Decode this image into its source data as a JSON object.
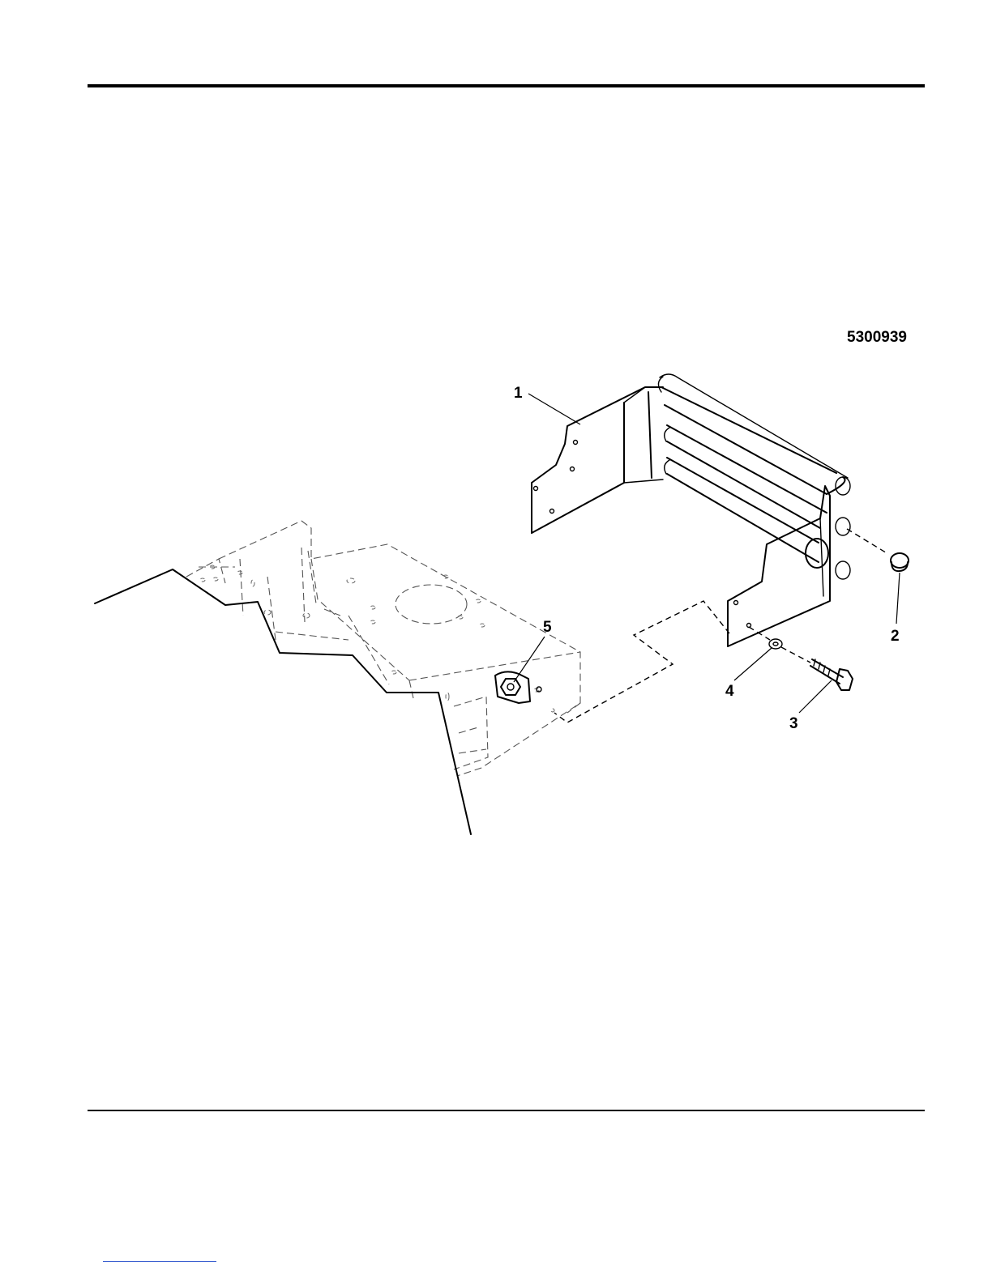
{
  "figure": {
    "id_label": "5300939"
  },
  "callouts": [
    {
      "number": "1",
      "part": "bracket"
    },
    {
      "number": "2",
      "part": "cap"
    },
    {
      "number": "3",
      "part": "bolt"
    },
    {
      "number": "4",
      "part": "washer"
    },
    {
      "number": "5",
      "part": "nut"
    }
  ],
  "colors": {
    "ink": "#000000",
    "link_underline": "#3a5fd0"
  }
}
